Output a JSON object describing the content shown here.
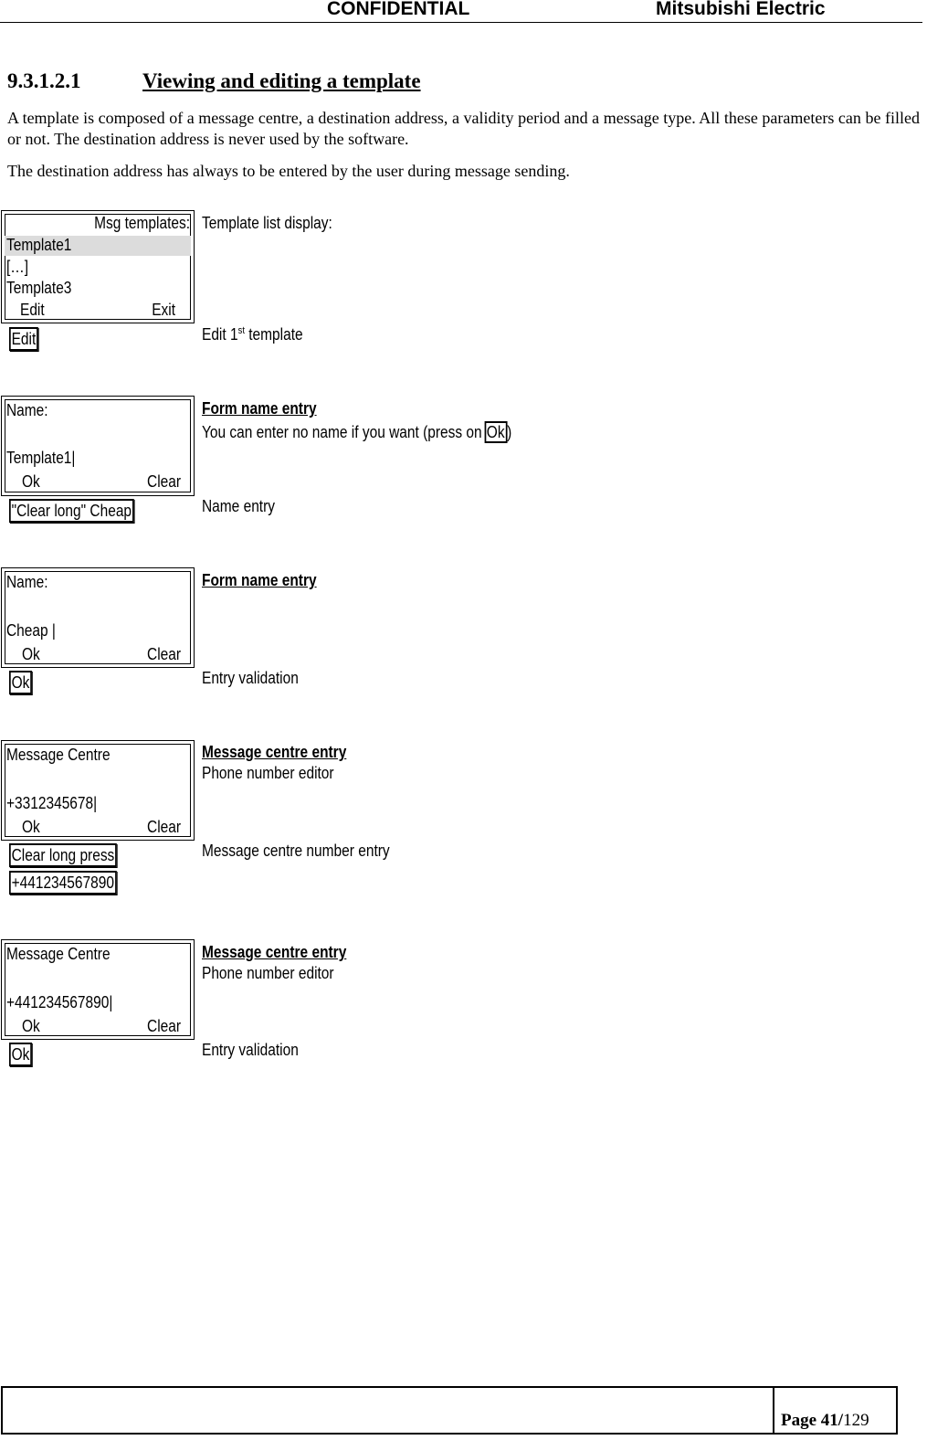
{
  "header": {
    "confidential": "CONFIDENTIAL",
    "company": "Mitsubishi Electric"
  },
  "section": {
    "number": "9.3.1.2.1",
    "title": "Viewing and editing a template",
    "paragraph1": "A template is composed of a message centre, a destination address, a validity period and a message type. All these parameters can be filled or not. The destination address is never used by the software.",
    "paragraph2": "The destination address has always to be entered by the user during message sending."
  },
  "steps": [
    {
      "screen": {
        "header": "Msg templates:",
        "items": [
          "Template1",
          "[…]",
          "Template3"
        ],
        "left_soft": "Edit",
        "right_soft": "Exit"
      },
      "desc_title": "Template list display:",
      "keys": [
        "Edit"
      ],
      "key_desc": "Edit 1",
      "key_desc_sup": "st",
      "key_desc_tail": " template"
    },
    {
      "screen": {
        "label": "Name:",
        "value": "Template1|",
        "left_soft": "Ok",
        "right_soft": "Clear"
      },
      "desc_title": "Form name entry",
      "desc_line": "You can enter no name if you want (press on",
      "desc_key": "Ok",
      "desc_tail": ")",
      "keys": [
        "\"Clear long\" Cheap"
      ],
      "key_desc": "Name entry"
    },
    {
      "screen": {
        "label": "Name:",
        "value": "Cheap |",
        "left_soft": "Ok",
        "right_soft": "Clear"
      },
      "desc_title": "Form name entry",
      "keys": [
        "Ok"
      ],
      "key_desc": "Entry validation"
    },
    {
      "screen": {
        "label": "Message Centre",
        "value": "+3312345678|",
        "left_soft": "Ok",
        "right_soft": "Clear"
      },
      "desc_title": "Message centre entry",
      "desc_line": "Phone number editor",
      "keys": [
        "Clear long press",
        "+441234567890"
      ],
      "key_desc": "Message centre number entry"
    },
    {
      "screen": {
        "label": "Message Centre",
        "value": "+441234567890|",
        "left_soft": "Ok",
        "right_soft": "Clear"
      },
      "desc_title": "Message centre entry",
      "desc_line": "Phone number editor",
      "keys": [
        "Ok"
      ],
      "key_desc": "Entry validation"
    }
  ],
  "footer": {
    "page_label": "Page 41/",
    "total": "129"
  }
}
